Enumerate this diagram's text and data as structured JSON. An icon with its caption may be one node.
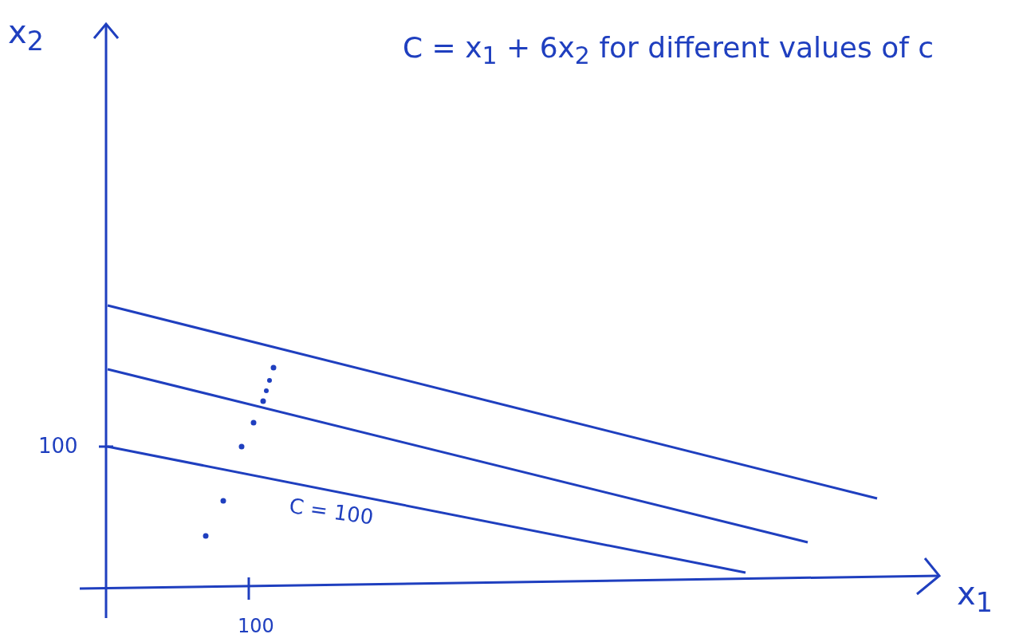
{
  "diagram": {
    "labels": [
      "x$_{2}$",
      "C = x$_{1}$ + 6x$_{2}$ for different values of c",
      "100",
      "C = 100",
      "100",
      "x$_{1}$"
    ]
  }
}
